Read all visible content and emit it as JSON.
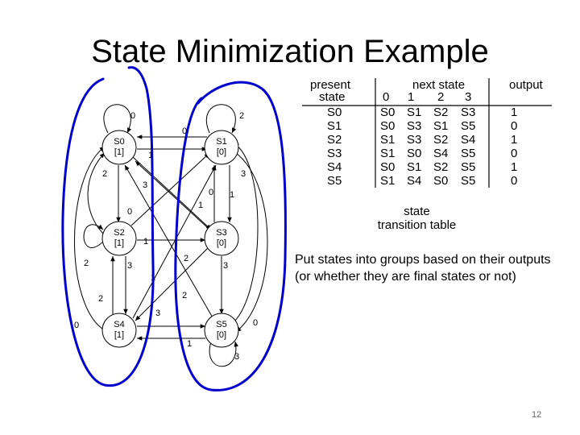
{
  "slide": {
    "title": "State Minimization Example",
    "page_number": "12",
    "note": "Put states into groups based on their outputs (or whether they are final states or not)"
  },
  "table": {
    "header_present": "present",
    "header_state": "state",
    "header_next": "next state",
    "header_output": "output",
    "inputs": [
      "0",
      "1",
      "2",
      "3"
    ],
    "rows": [
      {
        "state": "S0",
        "next": [
          "S0",
          "S1",
          "S2",
          "S3"
        ],
        "output": "1"
      },
      {
        "state": "S1",
        "next": [
          "S0",
          "S3",
          "S1",
          "S5"
        ],
        "output": "0"
      },
      {
        "state": "S2",
        "next": [
          "S1",
          "S3",
          "S2",
          "S4"
        ],
        "output": "1"
      },
      {
        "state": "S3",
        "next": [
          "S1",
          "S0",
          "S4",
          "S5"
        ],
        "output": "0"
      },
      {
        "state": "S4",
        "next": [
          "S0",
          "S1",
          "S2",
          "S5"
        ],
        "output": "1"
      },
      {
        "state": "S5",
        "next": [
          "S1",
          "S4",
          "S0",
          "S5"
        ],
        "output": "0"
      }
    ],
    "caption_line1": "state",
    "caption_line2": "transition table"
  },
  "diagram": {
    "states": [
      {
        "name": "S0",
        "output": "[1]"
      },
      {
        "name": "S1",
        "output": "[0]"
      },
      {
        "name": "S2",
        "output": "[1]"
      },
      {
        "name": "S3",
        "output": "[0]"
      },
      {
        "name": "S4",
        "output": "[1]"
      },
      {
        "name": "S5",
        "output": "[0]"
      }
    ],
    "group_color": "#0000cc"
  }
}
